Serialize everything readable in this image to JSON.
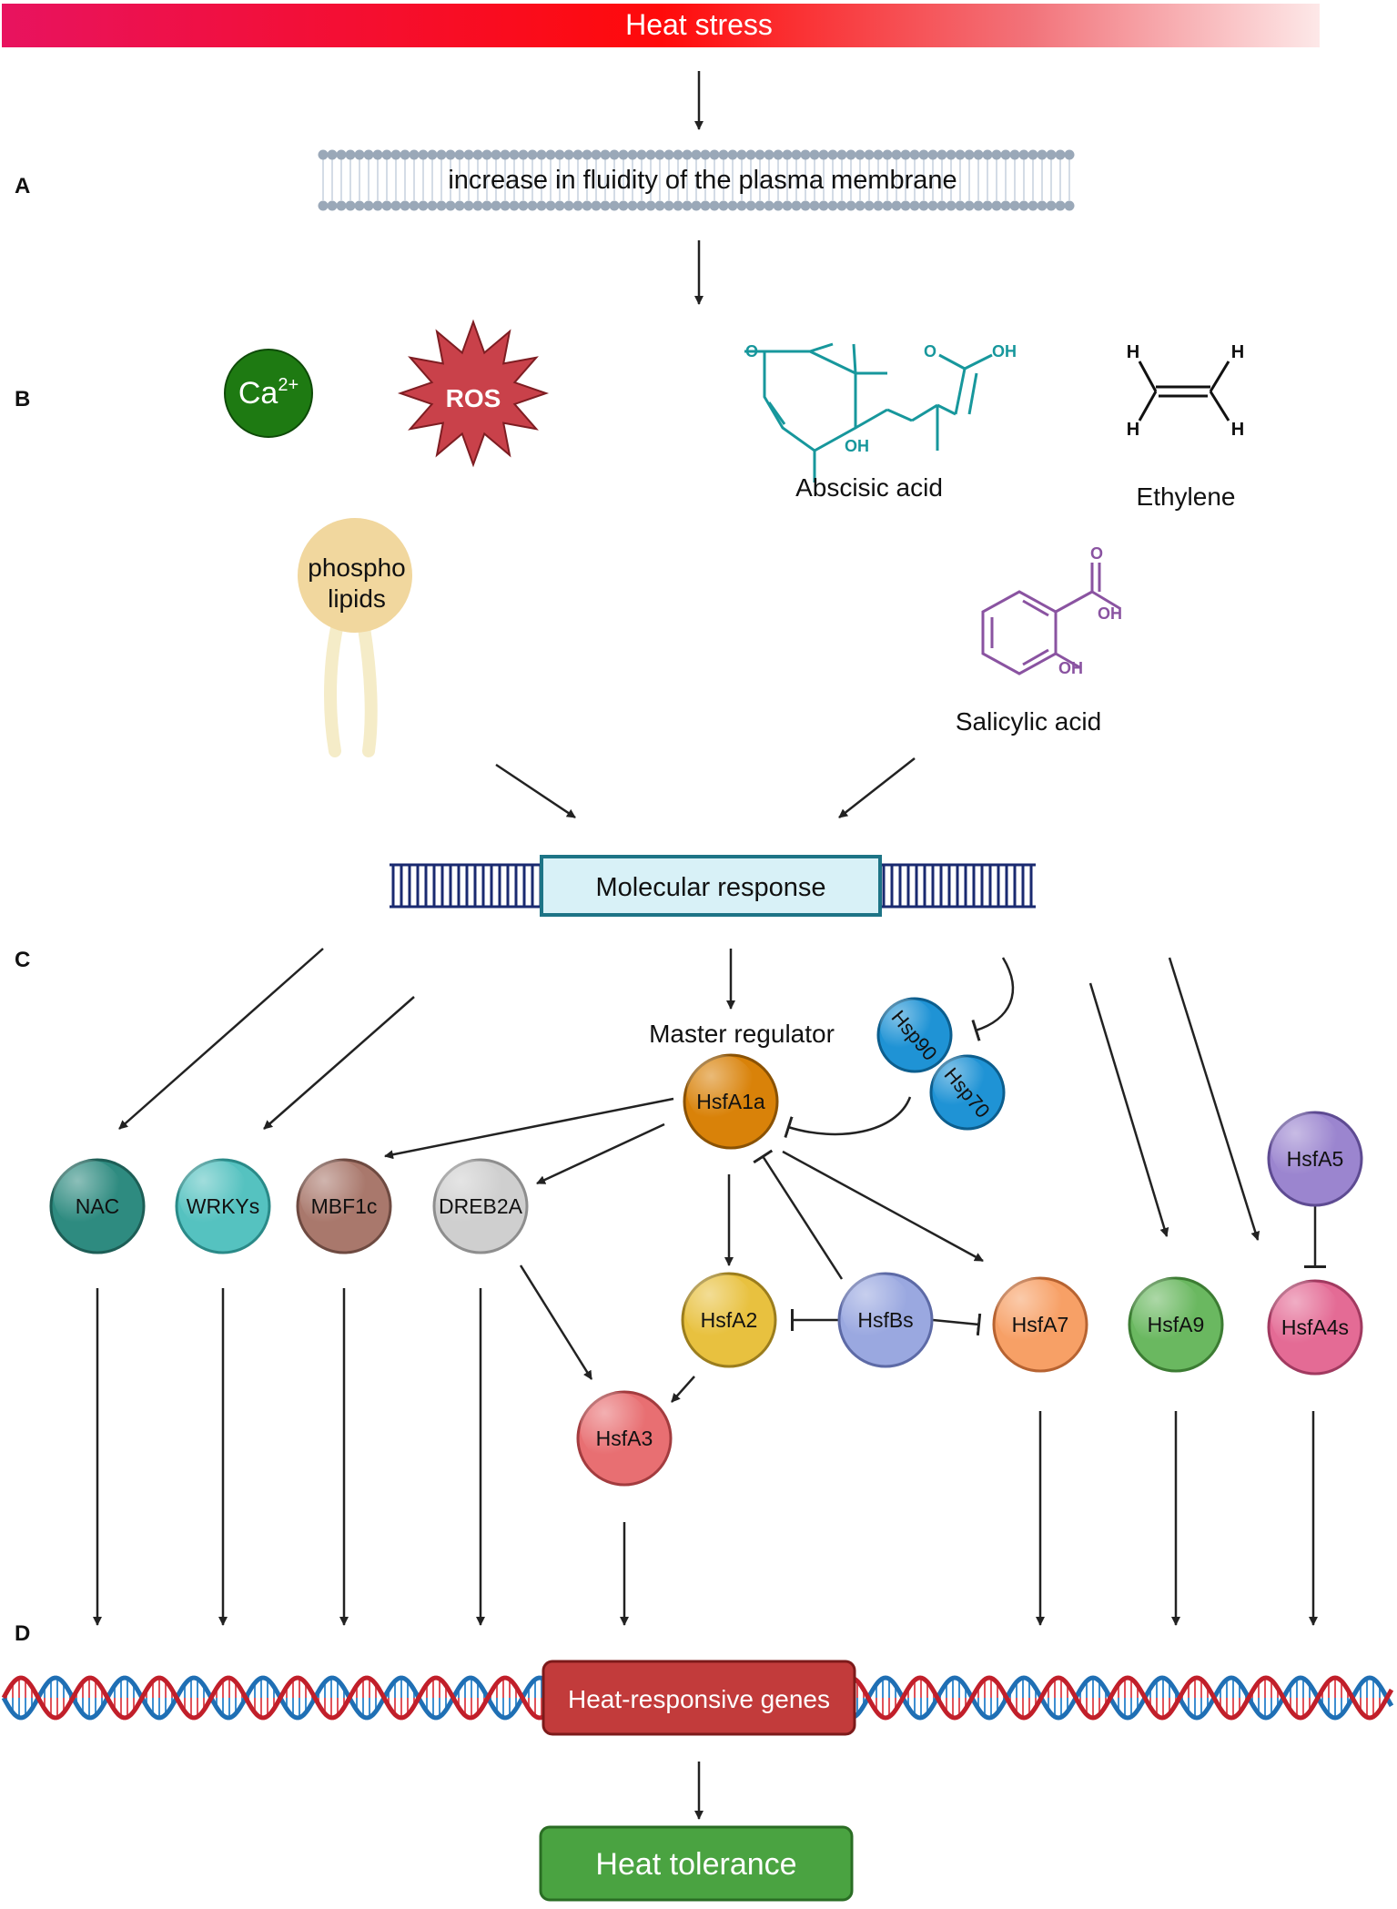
{
  "header": {
    "title": "Heat stress"
  },
  "panels": {
    "a": "A",
    "b": "B",
    "c": "C",
    "d": "D"
  },
  "membrane": {
    "label": "increase in fluidity of the plasma membrane"
  },
  "signals": {
    "calcium": {
      "symbol": "Ca",
      "charge": "2+"
    },
    "ros": {
      "label": "ROS"
    },
    "abscisic_acid": {
      "label": "Abscisic acid",
      "atoms": {
        "o_ring": "O",
        "o_acid": "O",
        "oh_acid": "OH",
        "oh_ring": "OH"
      }
    },
    "ethylene": {
      "label": "Ethylene",
      "atom": "H"
    },
    "phospholipids": {
      "line1": "phospho",
      "line2": "lipids"
    },
    "salicylic_acid": {
      "label": "Salicylic acid",
      "atoms": {
        "o": "O",
        "oh_acid": "OH",
        "oh_ring": "OH"
      }
    }
  },
  "molecular_response": {
    "label": "Molecular response"
  },
  "regulators": {
    "master_label": "Master regulator",
    "hsfa1a": "HsfA1a",
    "hsp90": "Hsp90",
    "hsp70": "Hsp70",
    "nac": "NAC",
    "wrkys": "WRKYs",
    "mbf1c": "MBF1c",
    "dreb2a": "DREB2A",
    "hsfa2": "HsfA2",
    "hsfbs": "HsfBs",
    "hsfa7": "HsfA7",
    "hsfa9": "HsfA9",
    "hsfa5": "HsfA5",
    "hsfa4s": "HsfA4s",
    "hsfa3": "HsfA3"
  },
  "genes": {
    "label": "Heat-responsive genes"
  },
  "outcome": {
    "label": "Heat tolerance"
  },
  "colors": {
    "header_pink": "#e8135f",
    "header_red": "#ff0a0a",
    "nac": "#2e8b80",
    "wrkys": "#55c2c0",
    "mbf1c": "#a9786c",
    "dreb2a": "#cfcfcf",
    "hsfa1a": "#d98209",
    "hsp": "#1f93d5",
    "hsfa2": "#e8c13f",
    "hsfbs": "#9aa8e0",
    "hsfa7": "#f7a066",
    "hsfa9": "#6ab860",
    "hsfa5": "#9b85cf",
    "hsfa4s": "#e46b95",
    "hsfa3": "#e86f72",
    "genes_box": "#c23b3b",
    "tolerance_box": "#4aa341",
    "molecular_box": "#d8f1f7",
    "dna_blue": "#1f6fb4",
    "dna_red": "#c11f2a"
  }
}
